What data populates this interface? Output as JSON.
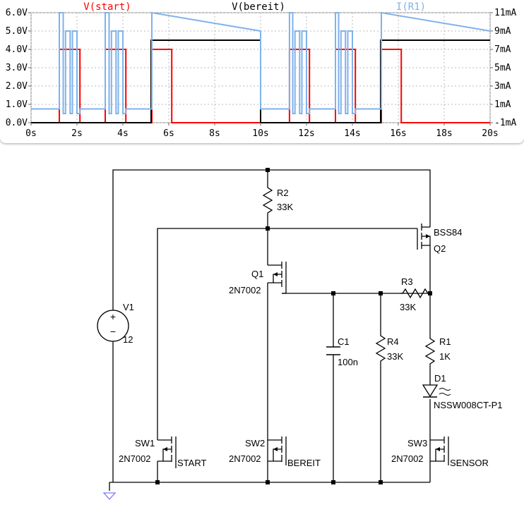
{
  "chart_data": {
    "type": "line",
    "x_ticks": [
      "0s",
      "2s",
      "4s",
      "6s",
      "8s",
      "10s",
      "12s",
      "14s",
      "16s",
      "18s",
      "20s"
    ],
    "y_left_ticks": [
      "0.0V",
      "1.0V",
      "2.0V",
      "3.0V",
      "4.0V",
      "5.0V",
      "6.0V"
    ],
    "y_right_ticks": [
      "-1mA",
      "1mA",
      "3mA",
      "5mA",
      "7mA",
      "9mA",
      "11mA"
    ],
    "xlim": [
      0,
      20
    ],
    "ylim_left": [
      0,
      6
    ],
    "ylim_right": [
      -1,
      11
    ],
    "grid": true,
    "series": [
      {
        "name": "V(start)",
        "color": "#ff0000",
        "axis": "left",
        "x": [
          0,
          1.23,
          1.23,
          2.13,
          2.13,
          3.23,
          3.23,
          4.13,
          4.13,
          5.26,
          5.26,
          6.13,
          6.13,
          10.0,
          10.0,
          11.26,
          11.26,
          12.13,
          12.13,
          13.26,
          13.26,
          14.13,
          14.13,
          15.26,
          15.26,
          16.13,
          16.13,
          20.0
        ],
        "y": [
          0,
          0,
          4,
          4,
          0,
          0,
          4,
          4,
          0,
          0,
          4,
          4,
          0,
          0,
          0,
          0,
          4,
          4,
          0,
          0,
          4,
          4,
          0,
          0,
          4,
          4,
          0,
          0
        ]
      },
      {
        "name": "V(bereit)",
        "color": "#000000",
        "axis": "left",
        "x": [
          0,
          5.23,
          5.23,
          10.0,
          10.0,
          15.23,
          15.23,
          20.0
        ],
        "y": [
          0,
          0,
          4.5,
          4.5,
          0,
          0,
          4.5,
          4.5
        ]
      },
      {
        "name": "I(R1)",
        "color": "#7fb2ea",
        "axis": "right",
        "x": [
          0,
          1.23,
          1.23,
          1.4,
          1.4,
          1.5,
          1.5,
          1.7,
          1.7,
          1.8,
          1.8,
          2.0,
          2.0,
          2.13,
          2.13,
          3.23,
          3.23,
          3.4,
          3.4,
          3.5,
          3.5,
          3.7,
          3.7,
          3.8,
          3.8,
          4.0,
          4.0,
          4.13,
          4.13,
          5.26,
          5.26,
          10.0,
          10.0,
          11.26,
          11.26,
          11.4,
          11.4,
          11.5,
          11.5,
          11.7,
          11.7,
          11.8,
          11.8,
          12.0,
          12.0,
          12.13,
          12.13,
          13.26,
          13.26,
          13.4,
          13.4,
          13.5,
          13.5,
          13.7,
          13.7,
          13.8,
          13.8,
          14.0,
          14.0,
          14.13,
          14.13,
          15.26,
          15.26,
          20.0
        ],
        "y": [
          0.5,
          0.5,
          11,
          11,
          0,
          0,
          9,
          9,
          0,
          0,
          9,
          9,
          0,
          0,
          0.5,
          0.5,
          11,
          11,
          0,
          0,
          9,
          9,
          0,
          0,
          9,
          9,
          0,
          0,
          0.5,
          0.5,
          11,
          9,
          0.5,
          0.5,
          11,
          11,
          0,
          0,
          9,
          9,
          0,
          0,
          9,
          9,
          0,
          0,
          0.5,
          0.5,
          11,
          11,
          0,
          0,
          9,
          9,
          0,
          0,
          9,
          9,
          0,
          0,
          0.5,
          0.5,
          11,
          9
        ]
      }
    ]
  },
  "components": {
    "R2": {
      "ref": "R2",
      "value": "33K"
    },
    "Q2": {
      "ref": "Q2",
      "value": "BSS84"
    },
    "Q1": {
      "ref": "Q1",
      "value": "2N7002"
    },
    "R3": {
      "ref": "R3",
      "value": "33K"
    },
    "V1": {
      "ref": "V1",
      "value": "12"
    },
    "C1": {
      "ref": "C1",
      "value": "100n"
    },
    "R4": {
      "ref": "R4",
      "value": "33K"
    },
    "R1": {
      "ref": "R1",
      "value": "1K"
    },
    "D1": {
      "ref": "D1",
      "value": "NSSW008CT-P1"
    },
    "SW1": {
      "ref": "SW1",
      "value": "2N7002",
      "net": "START"
    },
    "SW2": {
      "ref": "SW2",
      "value": "2N7002",
      "net": "BEREIT"
    },
    "SW3": {
      "ref": "SW3",
      "value": "2N7002",
      "net": "SENSOR"
    }
  },
  "icons": {
    "v1_symbol": "voltage-source-icon",
    "ground": "ground-icon"
  }
}
